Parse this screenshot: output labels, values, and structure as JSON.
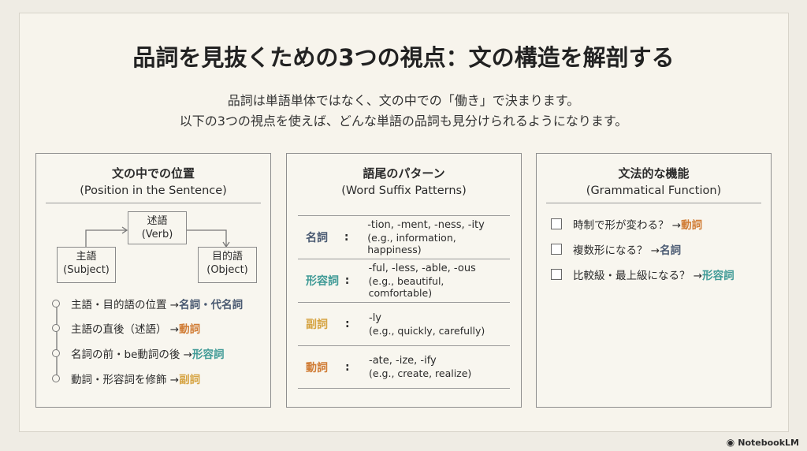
{
  "title": "品詞を見抜くための3つの視点：文の構造を解剖する",
  "subtitle": [
    "品詞は単語単体ではなく、文の中での「働き」で決まります。",
    "以下の3つの視点を使えば、どんな単語の品詞も見分けられるようになります。"
  ],
  "colors": {
    "noun": "#4a5a72",
    "verb": "#d07c35",
    "adjective": "#3f9a96",
    "adverb": "#d6a443"
  },
  "card1": {
    "title": "文の中での位置",
    "subtitle": "(Position in the Sentence)",
    "diagram": {
      "verb": [
        "述語",
        "(Verb)"
      ],
      "subject": [
        "主語",
        "(Subject)"
      ],
      "object": [
        "目的語",
        "(Object)"
      ]
    },
    "items": [
      {
        "text": "主語・目的語の位置 → ",
        "pos": "名詞・代名詞"
      },
      {
        "text": "主語の直後（述語） → ",
        "pos": "動詞"
      },
      {
        "text": "名詞の前・be動詞の後 → ",
        "pos": "形容詞"
      },
      {
        "text": "動詞・形容詞を修飾 → ",
        "pos": "副詞"
      }
    ]
  },
  "card2": {
    "title": "語尾のパターン",
    "subtitle": "(Word Suffix Patterns)",
    "rows": [
      {
        "pos": "名詞",
        "suffixes": "-tion, -ment, -ness, -ity",
        "example": "(e.g., information, happiness)"
      },
      {
        "pos": "形容詞",
        "suffixes": "-ful, -less, -able, -ous",
        "example": "(e.g., beautiful, comfortable)"
      },
      {
        "pos": "副詞",
        "suffixes": "-ly",
        "example": "(e.g., quickly, carefully)"
      },
      {
        "pos": "動詞",
        "suffixes": "-ate, -ize, -ify",
        "example": "(e.g., create, realize)"
      }
    ],
    "colon": ":"
  },
  "card3": {
    "title": "文法的な機能",
    "subtitle": "(Grammatical Function)",
    "items": [
      {
        "text": "時制で形が変わる？ → ",
        "pos": "動詞"
      },
      {
        "text": "複数形になる？ → ",
        "pos": "名詞"
      },
      {
        "text": "比較級・最上級になる？ → ",
        "pos": "形容詞"
      }
    ]
  },
  "brand": "NotebookLM"
}
